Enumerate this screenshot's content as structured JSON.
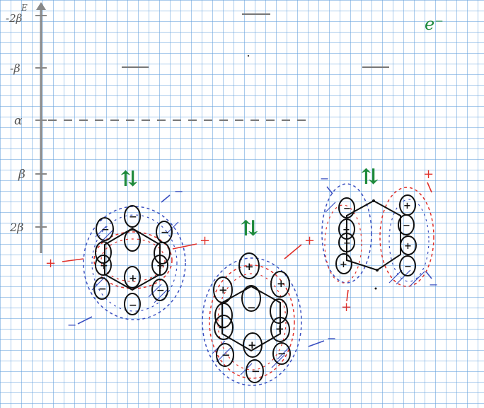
{
  "axis": {
    "energy_label": "E",
    "tick_labels": [
      "-2β",
      "-β",
      "α",
      "β",
      "2β"
    ]
  },
  "electron_label": "e⁻",
  "spin_pair": "⇅",
  "phase_plus": "+",
  "phase_minus": "−",
  "colors": {
    "ink": "#111111",
    "grid": "#7fb0dc",
    "positive_cloud": "#e0302a",
    "negative_cloud": "#3a4fc0",
    "electron": "#1e8a3c"
  }
}
